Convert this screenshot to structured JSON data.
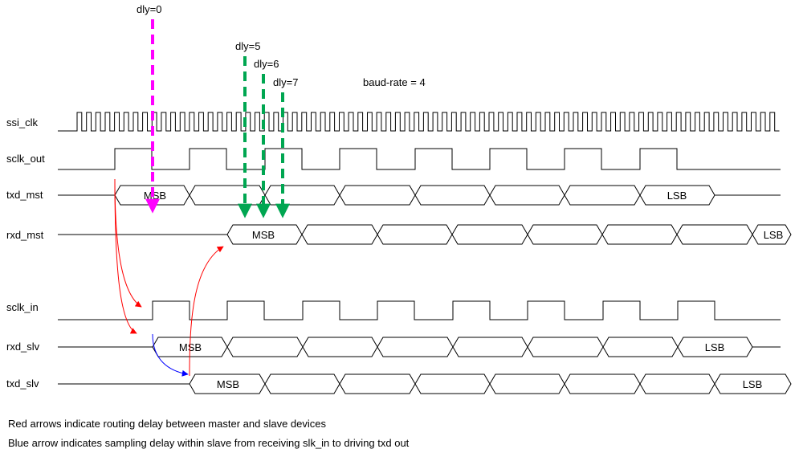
{
  "signals": [
    {
      "id": "ssi_clk",
      "label": "ssi_clk"
    },
    {
      "id": "sclk_out",
      "label": "sclk_out"
    },
    {
      "id": "txd_mst",
      "label": "txd_mst"
    },
    {
      "id": "rxd_mst",
      "label": "rxd_mst"
    },
    {
      "id": "sclk_in",
      "label": "sclk_in"
    },
    {
      "id": "rxd_slv",
      "label": "rxd_slv"
    },
    {
      "id": "txd_slv",
      "label": "txd_slv"
    }
  ],
  "delay_markers": [
    {
      "label": "dly=0",
      "delay": 0,
      "color": "#ff00ff"
    },
    {
      "label": "dly=5",
      "delay": 5,
      "color": "#00a651"
    },
    {
      "label": "dly=6",
      "delay": 6,
      "color": "#00a651"
    },
    {
      "label": "dly=7",
      "delay": 7,
      "color": "#00a651"
    }
  ],
  "baud_rate_label": "baud-rate = 4",
  "bits": {
    "first": "MSB",
    "last": "LSB"
  },
  "notes": [
    "Red arrows indicate routing delay between master and slave devices",
    "Blue arrow indicates sampling delay within slave from receiving slk_in to driving txd out"
  ],
  "colors": {
    "routing_delay": "#ff0000",
    "sampling_delay": "#0000ff"
  }
}
